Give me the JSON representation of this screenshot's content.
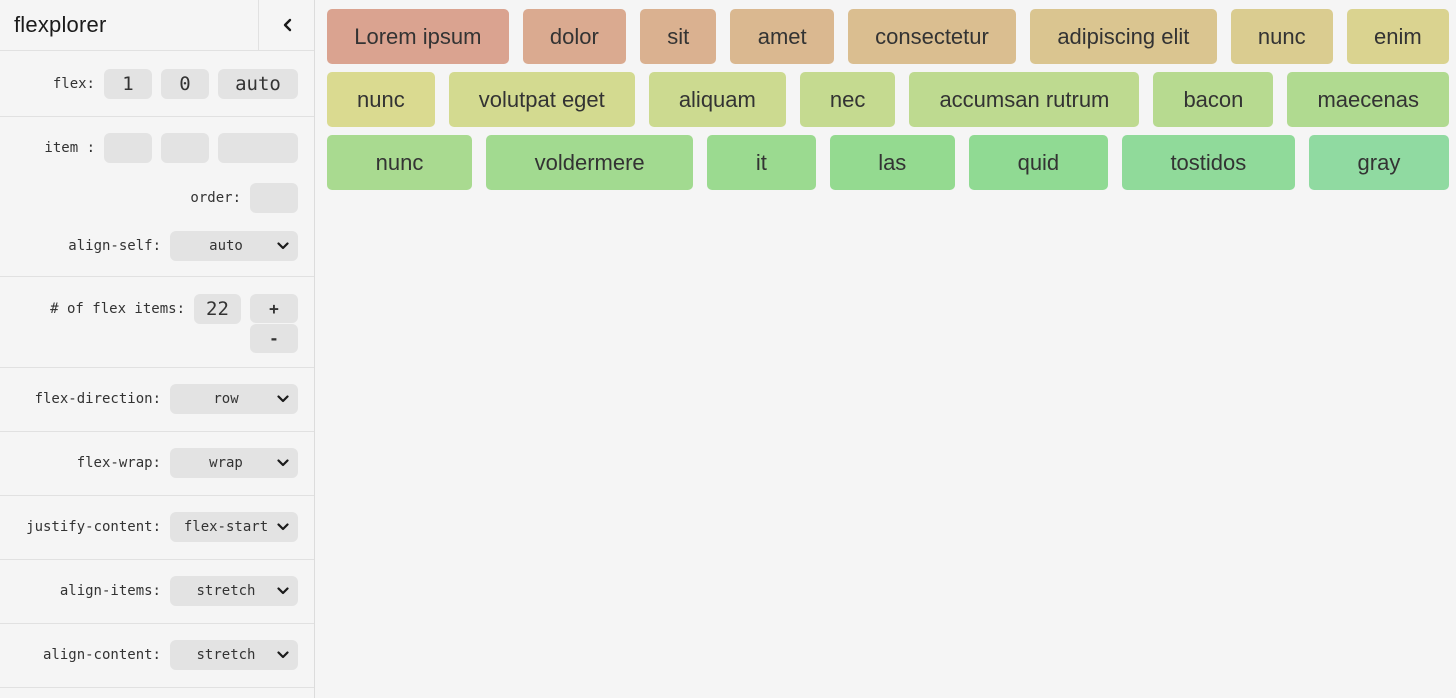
{
  "app": {
    "title": "flexplorer"
  },
  "sidebar": {
    "flex": {
      "label": "flex:",
      "grow": "1",
      "shrink": "0",
      "basis": "auto"
    },
    "item": {
      "label": "item :",
      "grow": "",
      "shrink": "",
      "basis": ""
    },
    "order": {
      "label": "order:",
      "value": ""
    },
    "align_self": {
      "label": "align-self:",
      "value": "auto"
    },
    "count": {
      "label": "# of flex items:",
      "value": "22",
      "increment_label": "+",
      "decrement_label": "-"
    },
    "selects": [
      {
        "label": "flex-direction:",
        "value": "row"
      },
      {
        "label": "flex-wrap:",
        "value": "wrap"
      },
      {
        "label": "justify-content:",
        "value": "flex-start"
      },
      {
        "label": "align-items:",
        "value": "stretch"
      },
      {
        "label": "align-content:",
        "value": "stretch"
      }
    ]
  },
  "colors": {
    "background": "#f5f5f5",
    "divider": "#e1e1e1",
    "control_bg": "#e3e3e3",
    "text": "#333333"
  },
  "flex_items": {
    "rows": [
      [
        {
          "label": "Lorem ipsum",
          "color": "#daa390"
        },
        {
          "label": "dolor",
          "color": "#daaa90"
        },
        {
          "label": "sit",
          "color": "#dab190"
        },
        {
          "label": "amet",
          "color": "#dab890"
        },
        {
          "label": "consectetur",
          "color": "#dabe90"
        },
        {
          "label": "adipiscing elit",
          "color": "#dac590"
        },
        {
          "label": "nunc",
          "color": "#dacc90"
        },
        {
          "label": "enim",
          "color": "#dad390"
        }
      ],
      [
        {
          "label": "nunc",
          "color": "#dada90"
        },
        {
          "label": "volutpat eget",
          "color": "#d3da90"
        },
        {
          "label": "aliquam",
          "color": "#ccda90"
        },
        {
          "label": "nec",
          "color": "#c5da90"
        },
        {
          "label": "accumsan rutrum",
          "color": "#beda90"
        },
        {
          "label": "bacon",
          "color": "#b7da90"
        },
        {
          "label": "maecenas",
          "color": "#b0da90"
        }
      ],
      [
        {
          "label": "nunc",
          "color": "#a9da90"
        },
        {
          "label": "voldermere",
          "color": "#a2da90"
        },
        {
          "label": "it",
          "color": "#9bda90"
        },
        {
          "label": "las",
          "color": "#94da90"
        },
        {
          "label": "quid",
          "color": "#90da93"
        },
        {
          "label": "tostidos",
          "color": "#90da9a"
        },
        {
          "label": "gray",
          "color": "#90daa1"
        }
      ]
    ]
  }
}
